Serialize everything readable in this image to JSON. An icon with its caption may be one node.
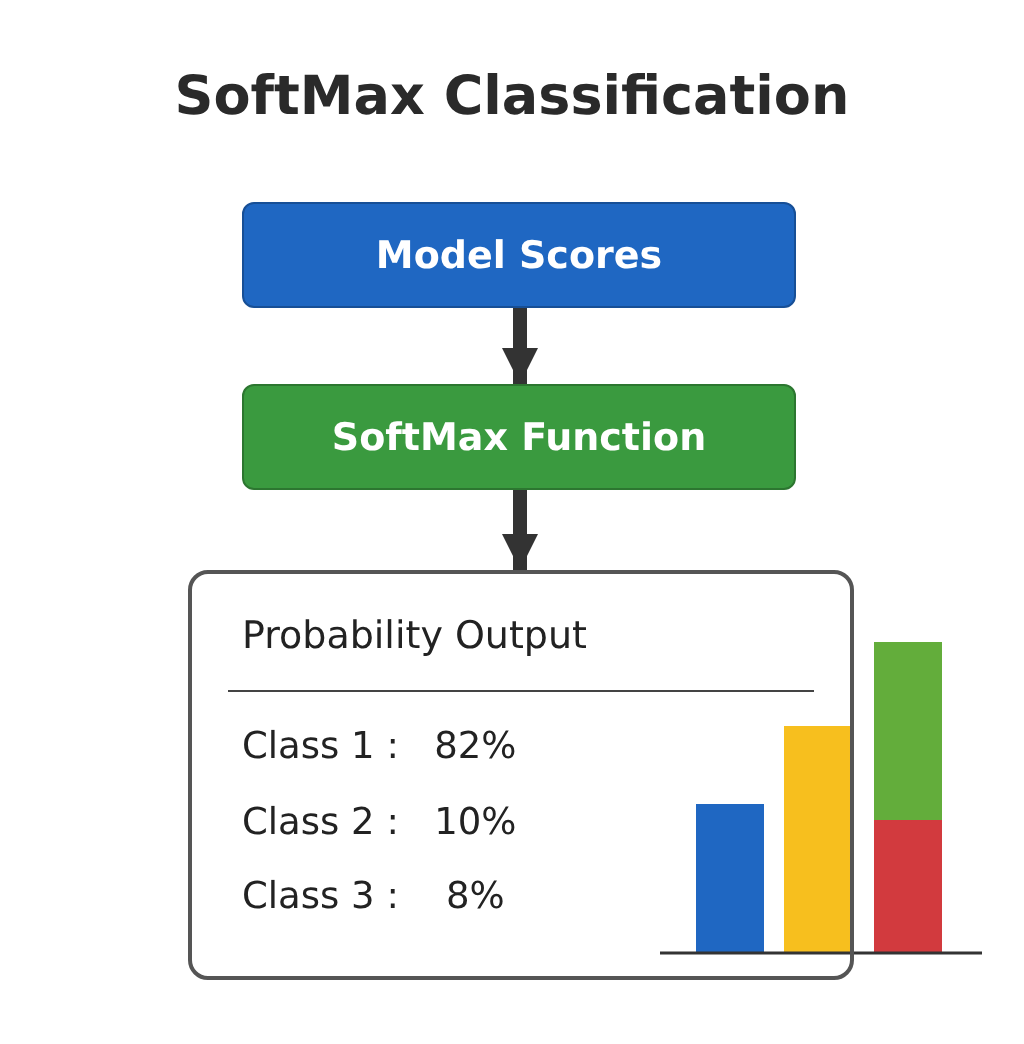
{
  "diagram": {
    "title": "SoftMax Classification",
    "nodes": [
      {
        "text": [
          "Model Scores"
        ]
      },
      {
        "text": [
          "SoftMax Function"
        ]
      },
      {
        "text": [
          "Probability Output",
          "Class 1 :   82%",
          "Class 2 :   10%",
          "Class 3 :    8%"
        ]
      }
    ],
    "edges": [
      {
        "from": 0,
        "to": 1,
        "arrow": "to"
      },
      {
        "from": 1,
        "to": 2,
        "arrow": "to"
      }
    ]
  }
}
